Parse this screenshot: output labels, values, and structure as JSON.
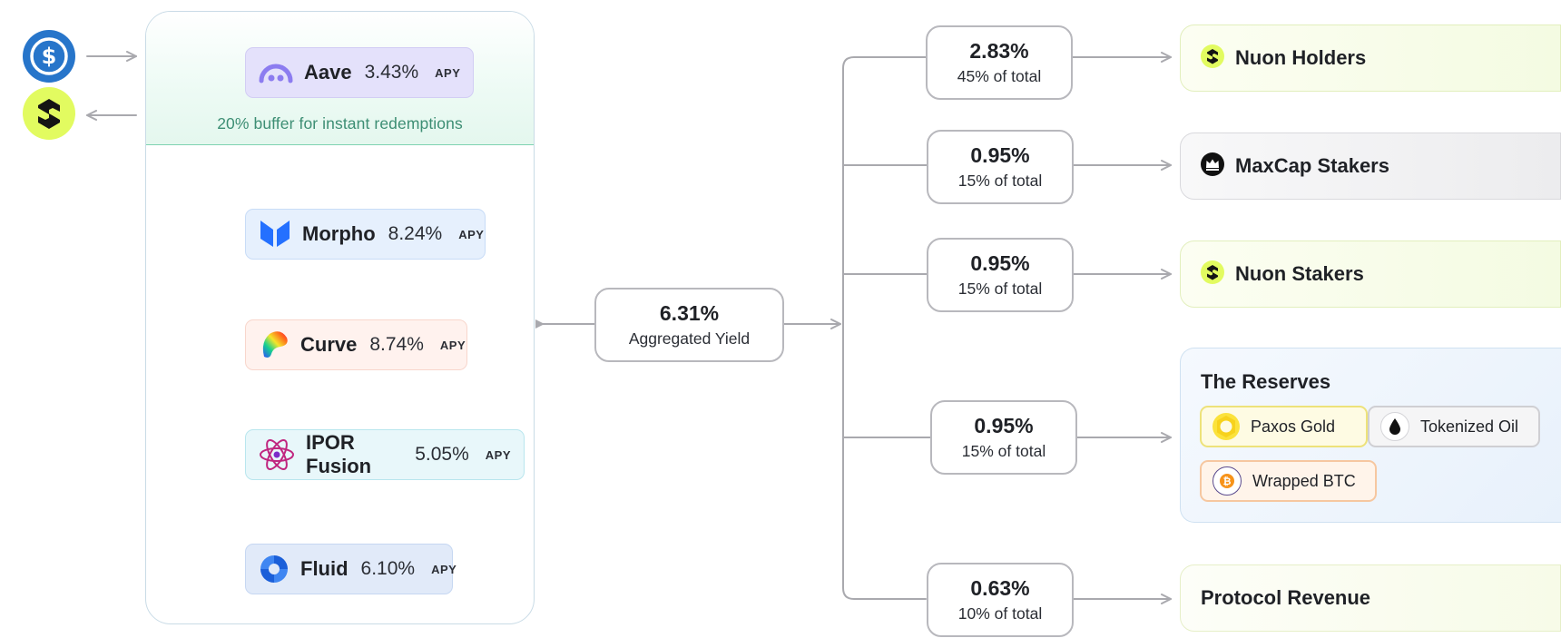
{
  "left_icons": {
    "usdc": "usdc-dollar-icon",
    "nuon": "nuon-logo-icon"
  },
  "strategies": {
    "buffer_note": "20% buffer for instant redemptions",
    "apy_suffix": "APY",
    "items": [
      {
        "name": "Aave",
        "apy": "3.43%",
        "icon": "aave-ghost-icon"
      },
      {
        "name": "Morpho",
        "apy": "8.24%",
        "icon": "morpho-butterfly-icon"
      },
      {
        "name": "Curve",
        "apy": "8.74%",
        "icon": "curve-rainbow-icon"
      },
      {
        "name": "IPOR Fusion",
        "apy": "5.05%",
        "icon": "ipor-atom-icon"
      },
      {
        "name": "Fluid",
        "apy": "6.10%",
        "icon": "fluid-ring-icon"
      }
    ]
  },
  "aggregate": {
    "value": "6.31%",
    "label": "Aggregated Yield"
  },
  "splits": [
    {
      "value": "2.83%",
      "share": "45% of total"
    },
    {
      "value": "0.95%",
      "share": "15% of total"
    },
    {
      "value": "0.95%",
      "share": "15% of total"
    },
    {
      "value": "0.95%",
      "share": "15% of total"
    },
    {
      "value": "0.63%",
      "share": "10% of total"
    }
  ],
  "destinations": {
    "holders": "Nuon Holders",
    "maxcap": "MaxCap Stakers",
    "stakers": "Nuon Stakers",
    "reserves": {
      "title": "The Reserves",
      "assets": [
        "Paxos Gold",
        "Tokenized Oil",
        "Wrapped BTC"
      ]
    },
    "revenue": "Protocol Revenue"
  },
  "colors": {
    "usdc_blue": "#2775ca",
    "nuon_lime": "#e2fb60",
    "wire_gray": "#a9a9ae",
    "buffer_green": "#3d8e74"
  }
}
